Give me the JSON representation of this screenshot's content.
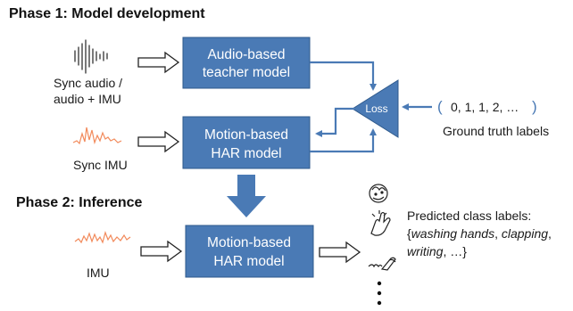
{
  "phase1": {
    "title": "Phase 1: Model development"
  },
  "phase2": {
    "title": "Phase 2: Inference"
  },
  "inputs": {
    "sync_audio_line1": "Sync audio /",
    "sync_audio_line2": "audio + IMU",
    "sync_imu": "Sync IMU",
    "imu": "IMU"
  },
  "boxes": {
    "teacher_line1": "Audio-based",
    "teacher_line2": "teacher model",
    "har1_line1": "Motion-based",
    "har1_line2": "HAR model",
    "har2_line1": "Motion-based",
    "har2_line2": "HAR model"
  },
  "loss": {
    "label": "Loss"
  },
  "ground_truth": {
    "values": "0, 1, 1, 2, …",
    "caption": "Ground truth labels"
  },
  "predicted": {
    "title": "Predicted class labels:",
    "open": "{",
    "item1": "washing hands",
    "sep1": ", ",
    "item2": "clapping",
    "sep2": ",",
    "item3": "writing",
    "tail": ", …}"
  },
  "colors": {
    "box_fill": "#4a7ab5",
    "box_stroke": "#2f5a8c",
    "arrow": "#4a7ab5",
    "signal": "#f28a5b"
  },
  "icons": [
    "audio-waveform-icon",
    "imu-signal-icon",
    "washing-hands-icon",
    "clapping-icon",
    "writing-icon",
    "vertical-ellipsis-icon"
  ]
}
